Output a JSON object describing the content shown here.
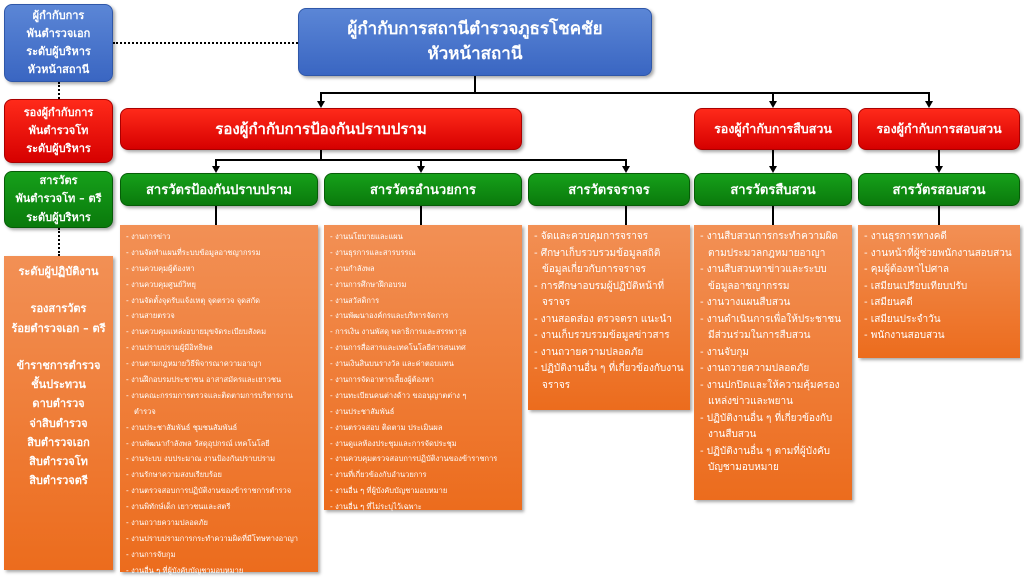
{
  "left_levels": {
    "chief": [
      "ผู้กำกับการ",
      "พันตำรวจเอก",
      "ระดับผู้บริหาร",
      "หัวหน้าสถานี"
    ],
    "deputy": [
      "รองผู้กำกับการ",
      "พันตำรวจโท",
      "ระดับผู้บริหาร"
    ],
    "inspector": [
      "สารวัตร",
      "พันตำรวจโท – ตรี",
      "ระดับผู้บริหาร"
    ],
    "operational": {
      "title": "ระดับผู้ปฏิบัติงาน",
      "deputy_inspector": [
        "รองสารวัตร",
        "ร้อยตำรวจเอก – ตรี"
      ],
      "ranks": [
        "ข้าราชการตำรวจ",
        "ชั้นประทวน",
        "ดาบตำรวจ",
        "จ่าสิบตำรวจ",
        "สิบตำรวจเอก",
        "สิบตำรวจโท",
        "สิบตำรวจตรี"
      ]
    }
  },
  "top": {
    "line1": "ผู้กำกับการสถานีตำรวจภูธรโชคชัย",
    "line2": "หัวหน้าสถานี"
  },
  "deputies": [
    "รองผู้กำกับการป้องกันปราบปราม",
    "รองผู้กำกับการสืบสวน",
    "รองผู้กำกับการสอบสวน"
  ],
  "divisions": [
    {
      "title": "สารวัตรป้องกันปราบปราม",
      "tasks": [
        "- งานการข่าว",
        "- งานจัดทำแผนที่ระบบข้อมูลอาชญากรรม",
        "- งานควบคุมผู้ต้องหา",
        "- งานควบคุมศูนย์วิทยุ",
        "- งานจัดตั้งจุดรับแจ้งเหตุ จุดตรวจ จุดสกัด",
        "- งานสายตรวจ",
        "- งานควบคุมแหล่งอบายมุขจัดระเบียบสังคม",
        "- งานปราบปรามผู้มีอิทธิพล",
        "- งานตามกฎหมายวิธีพิจารณาความอาญา",
        "- งานฝึกอบรมประชาชน อาสาสมัครและเยาวชน",
        "- งานคณะกรรมการตรวจและติดตามการบริหารงานตำรวจ",
        "- งานประชาสัมพันธ์ ชุมชนสัมพันธ์",
        "- งานพัฒนากำลังพล วัสดุอุปกรณ์ เทคโนโลยี",
        "- งานระบบ งบประมาณ งานป้องกันปราบปราม",
        "- งานรักษาความสงบเรียบร้อย",
        "- งานตรวจสอบการปฏิบัติงานของข้าราชการตำรวจ",
        "- งานพิทักษ์เด็ก เยาวชนและสตรี",
        "- งานถวายความปลอดภัย",
        "- งานปราบปรามการกระทำความผิดที่มีโทษทางอาญา",
        "- งานการจับกุม",
        "- งานอื่น ๆ ที่ผู้บังคับบัญชามอบหมาย"
      ]
    },
    {
      "title": "สารวัตรอำนวยการ",
      "tasks": [
        "- งานนโยบายและแผน",
        "- งานธุรการและสารบรรณ",
        "- งานกำลังพล",
        "- งานการศึกษาฝึกอบรม",
        "- งานสวัสดิการ",
        "- งานพัฒนาองค์กรและบริหารจัดการ",
        "- การเงิน งานพัสดุ พลาธิการและสรรพาวุธ",
        "- งานการสื่อสารและเทคโนโลยีสารสนเทศ",
        "- งานเงินสินบนรางวัล และค่าตอบแทน",
        "- งานการจัดอาหารเลี้ยงผู้ต้องหา",
        "- งานทะเบียนคนต่างด้าว ขออนุญาตต่าง ๆ",
        "- งานประชาสัมพันธ์",
        "- งานตรวจสอบ ติดตาม ประเมินผล",
        "- งานดูแลห้องประชุมและการจัดประชุม",
        "- งานควบคุมตรวจสอบการปฏิบัติงานของข้าราชการ",
        "- งานที่เกี่ยวข้องกับอำนวยการ",
        "- งานอื่น ๆ ที่ผู้บังคับบัญชามอบหมาย",
        "- งานอื่น ๆ ที่ไม่ระบุไว้เฉพาะ"
      ]
    },
    {
      "title": "สารวัตรจราจร",
      "tasks": [
        "- จัดและควบคุมการจราจร",
        "- ศึกษาเก็บรวบรวมข้อมูลสถิติข้อมูลเกี่ยวกับการจราจร",
        "- การศึกษาอบรมผู้ปฏิบัติหน้าที่จราจร",
        "- งานสอดส่อง ตรวจตรา แนะนำ",
        "- งานเก็บรวบรวมข้อมูลข่าวสาร",
        "- งานถวายความปลอดภัย",
        "- ปฏิบัติงานอื่น ๆ ที่เกี่ยวข้องกับงานจราจร"
      ]
    },
    {
      "title": "สารวัตรสืบสวน",
      "tasks": [
        "- งานสืบสวนการกระทำความผิดตามประมวลกฎหมายอาญา",
        "- งานสืบสวนหาข่าวและระบบข้อมูลอาชญากรรม",
        "- งานวางแผนสืบสวน",
        "- งานดำเนินการเพื่อให้ประชาชนมีส่วนร่วมในการสืบสวน",
        "- งานจับกุม",
        "- งานถวายความปลอดภัย",
        "- งานปกปิดและให้ความคุ้มครองแหล่งข่าวและพยาน",
        "- ปฏิบัติงานอื่น ๆ ที่เกี่ยวข้องกับงานสืบสวน",
        "- ปฏิบัติงานอื่น ๆ ตามที่ผู้บังคับบัญชามอบหมาย"
      ]
    },
    {
      "title": "สารวัตรสอบสวน",
      "tasks": [
        "- งานธุรการทางคดี",
        "- งานหน้าที่ผู้ช่วยพนักงานสอบสวน",
        "- คุมผู้ต้องหาไปศาล",
        "- เสมียนเปรียบเทียบปรับ",
        "- เสมียนคดี",
        "- เสมียนประจำวัน",
        "- พนักงานสอบสวน"
      ]
    }
  ]
}
